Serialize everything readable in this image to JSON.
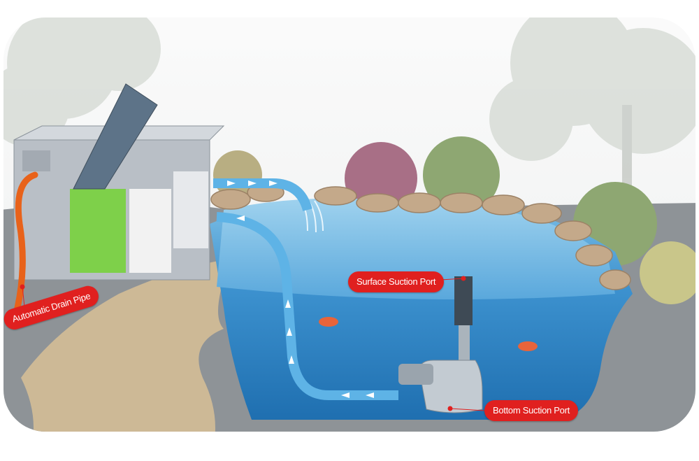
{
  "diagram": {
    "labels": {
      "drain_pipe": "Automatic Drain Pipe",
      "surface_port": "Surface Suction Port",
      "bottom_port": "Bottom Suction Port"
    },
    "colors": {
      "label_red": "#e0201f",
      "water_blue": "#2f86c4",
      "ground_gray": "#8e9397",
      "path_sand": "#cdb996",
      "drain_pipe_orange": "#e8621a"
    }
  }
}
